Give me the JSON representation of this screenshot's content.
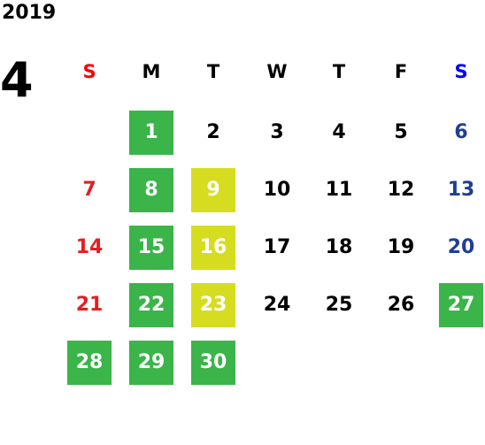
{
  "calendar": {
    "year": "2019",
    "month": "4",
    "weekdays": [
      {
        "label": "S",
        "color": "#ff0000"
      },
      {
        "label": "M",
        "color": "#000000"
      },
      {
        "label": "T",
        "color": "#000000"
      },
      {
        "label": "W",
        "color": "#000000"
      },
      {
        "label": "T",
        "color": "#000000"
      },
      {
        "label": "F",
        "color": "#000000"
      },
      {
        "label": "S",
        "color": "#0000ff"
      }
    ],
    "colors": {
      "sunday": "#e02020",
      "saturday": "#1f3f95",
      "weekday": "#000000",
      "highlight_text": "#ffffff",
      "green": "#3bb44a",
      "yellow": "#d6dd20"
    },
    "days": [
      {
        "day": "1",
        "col": 1,
        "week": 0,
        "highlight": "green"
      },
      {
        "day": "2",
        "col": 2,
        "week": 0
      },
      {
        "day": "3",
        "col": 3,
        "week": 0
      },
      {
        "day": "4",
        "col": 4,
        "week": 0
      },
      {
        "day": "5",
        "col": 5,
        "week": 0
      },
      {
        "day": "6",
        "col": 6,
        "week": 0
      },
      {
        "day": "7",
        "col": 0,
        "week": 1
      },
      {
        "day": "8",
        "col": 1,
        "week": 1,
        "highlight": "green"
      },
      {
        "day": "9",
        "col": 2,
        "week": 1,
        "highlight": "yellow"
      },
      {
        "day": "10",
        "col": 3,
        "week": 1
      },
      {
        "day": "11",
        "col": 4,
        "week": 1
      },
      {
        "day": "12",
        "col": 5,
        "week": 1
      },
      {
        "day": "13",
        "col": 6,
        "week": 1
      },
      {
        "day": "14",
        "col": 0,
        "week": 2
      },
      {
        "day": "15",
        "col": 1,
        "week": 2,
        "highlight": "green"
      },
      {
        "day": "16",
        "col": 2,
        "week": 2,
        "highlight": "yellow"
      },
      {
        "day": "17",
        "col": 3,
        "week": 2
      },
      {
        "day": "18",
        "col": 4,
        "week": 2
      },
      {
        "day": "19",
        "col": 5,
        "week": 2
      },
      {
        "day": "20",
        "col": 6,
        "week": 2
      },
      {
        "day": "21",
        "col": 0,
        "week": 3
      },
      {
        "day": "22",
        "col": 1,
        "week": 3,
        "highlight": "green"
      },
      {
        "day": "23",
        "col": 2,
        "week": 3,
        "highlight": "yellow"
      },
      {
        "day": "24",
        "col": 3,
        "week": 3
      },
      {
        "day": "25",
        "col": 4,
        "week": 3
      },
      {
        "day": "26",
        "col": 5,
        "week": 3
      },
      {
        "day": "27",
        "col": 6,
        "week": 3,
        "highlight": "green"
      },
      {
        "day": "28",
        "col": 0,
        "week": 4,
        "highlight": "green"
      },
      {
        "day": "29",
        "col": 1,
        "week": 4,
        "highlight": "green"
      },
      {
        "day": "30",
        "col": 2,
        "week": 4,
        "highlight": "green"
      }
    ]
  }
}
